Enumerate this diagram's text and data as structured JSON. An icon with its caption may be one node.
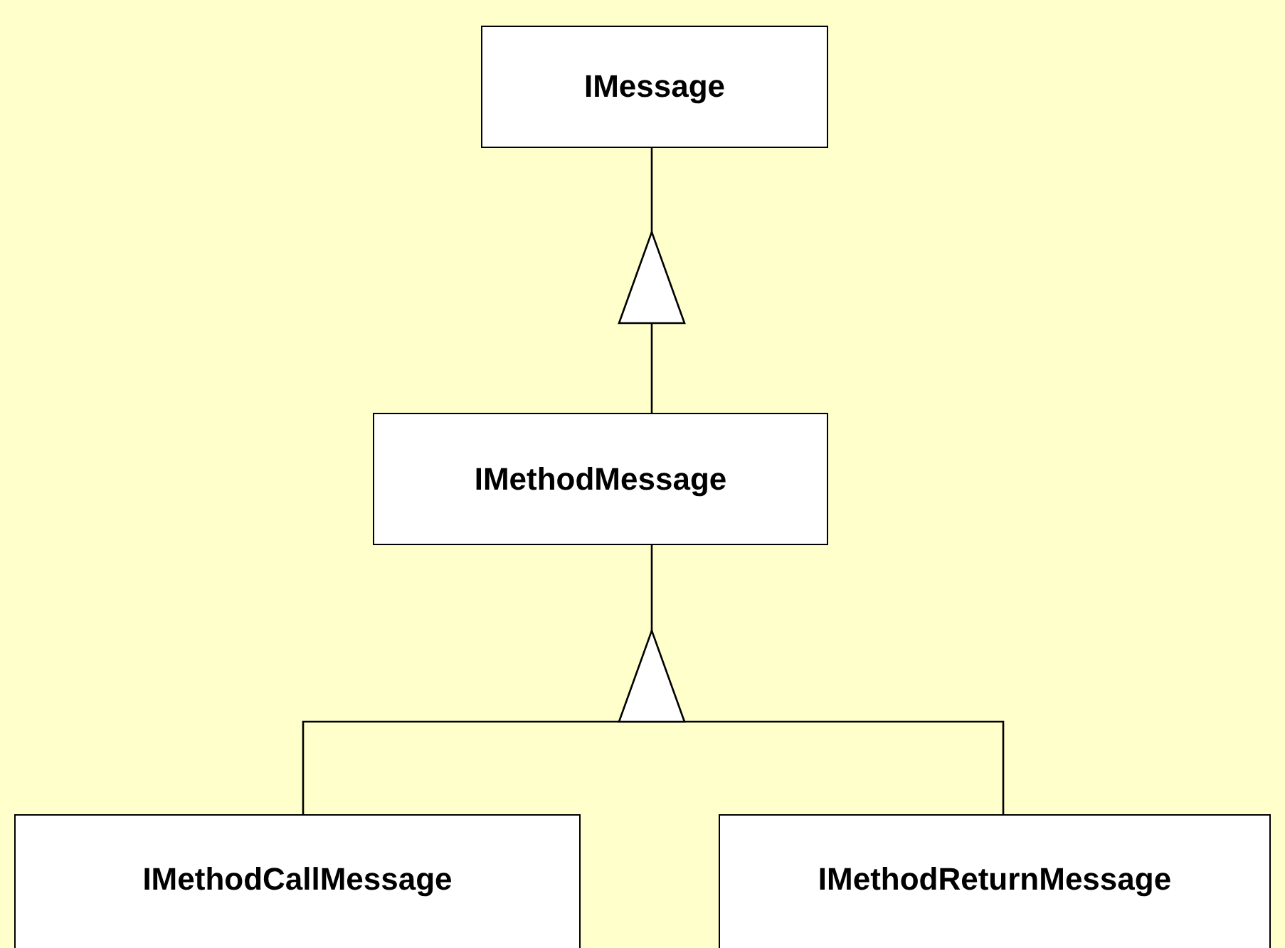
{
  "diagram": {
    "nodes": [
      {
        "text": [
          "IMessage"
        ]
      },
      {
        "text": [
          "IMethodMessage"
        ]
      },
      {
        "text": [
          "IMethodCallMessage"
        ]
      },
      {
        "text": [
          "IMethodReturnMessage"
        ]
      }
    ],
    "edges": [
      {
        "from": 1,
        "to": 0,
        "arrow": "to"
      },
      {
        "from": 2,
        "to": 1,
        "arrow": "to"
      },
      {
        "from": 3,
        "to": 1,
        "arrow": "to"
      }
    ]
  }
}
